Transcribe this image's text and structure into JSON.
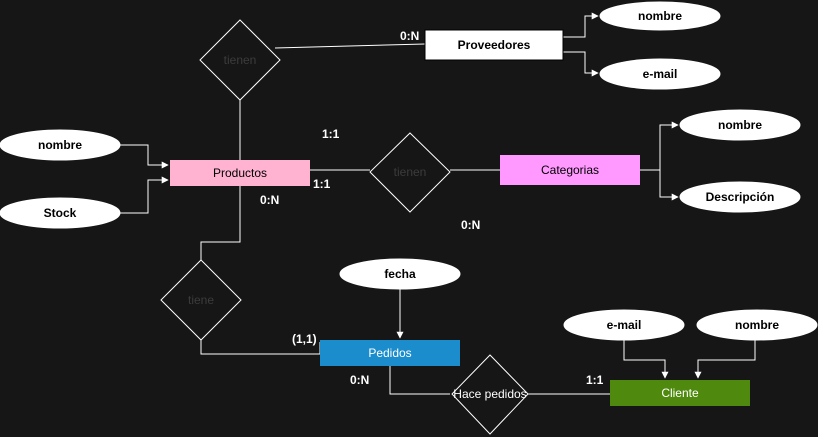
{
  "colors": {
    "background": "#161616",
    "productos": "#ffb3d1",
    "categorias": "#ff99ff",
    "proveedores": "#ffffff",
    "pedidos": "#1b8ccc",
    "cliente": "#4f8a0e"
  },
  "entities": {
    "productos": "Productos",
    "categorias": "Categorias",
    "proveedores": "Proveedores",
    "pedidos": "Pedidos",
    "cliente": "Cliente"
  },
  "attributes": {
    "proveedores_nombre": "nombre",
    "proveedores_email": "e-mail",
    "categorias_nombre": "nombre",
    "categorias_descripcion": "Descripción",
    "productos_nombre": "nombre",
    "productos_stock": "Stock",
    "pedidos_fecha": "fecha",
    "cliente_email": "e-mail",
    "cliente_nombre": "nombre"
  },
  "relationships": {
    "productos_proveedores": "tienen",
    "productos_categorias": "tienen",
    "productos_pedidos": "tiene",
    "pedidos_cliente": "Hace pedidos"
  },
  "cardinalities": {
    "proveedores": "0:N",
    "categorias_top": "1:1",
    "categorias_side": "1:1",
    "productos_bottom": "0:N",
    "categorias_bottom": "0:N",
    "pedidos_left": "(1,1)",
    "pedidos_bottom": "0:N",
    "cliente": "1:1"
  }
}
